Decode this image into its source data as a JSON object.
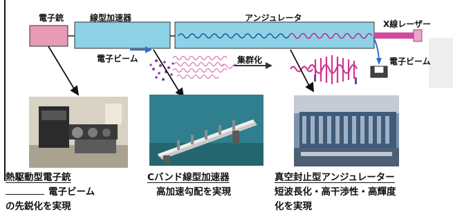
{
  "labels": {
    "gun": "電子銃",
    "linac": "線型加速器",
    "undulator": "アンジュレータ",
    "xray": "X線レーザー",
    "beam": "電子ビーム",
    "bunching": "集群化",
    "beam_dump": "電子ビーム"
  },
  "captions": {
    "gun_title": "熱駆動型電子銃",
    "gun_line2": "電子ビーム",
    "gun_line3": "の先鋭化を実現",
    "linac_title": "Cバンド線型加速器",
    "linac_line2": "高加速勾配を実現",
    "und_title": "真空封止型アンジュレーター",
    "und_line2": "短波長化・高干渉性・高輝度",
    "und_line3": "化を実現"
  },
  "colors": {
    "gun": "#e79ab5",
    "linac": "#8dd2e6",
    "undulator": "#8dd2e6",
    "laser": "#d24aa0",
    "beam_arrow": "#2c6fd0",
    "dump": "#444444"
  }
}
